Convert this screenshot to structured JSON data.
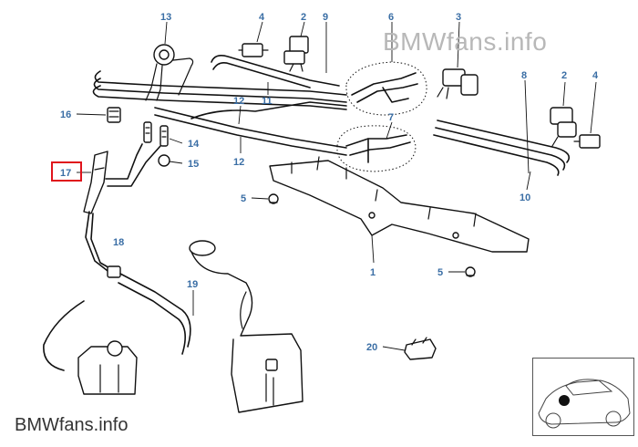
{
  "watermark_top": "BMWfans.info",
  "watermark_bottom": "BMWfans.info",
  "highlighted_part": "17",
  "callouts": [
    {
      "id": "c13",
      "label": "13"
    },
    {
      "id": "c4a",
      "label": "4"
    },
    {
      "id": "c2a",
      "label": "2"
    },
    {
      "id": "c9",
      "label": "9"
    },
    {
      "id": "c6",
      "label": "6"
    },
    {
      "id": "c3",
      "label": "3"
    },
    {
      "id": "c8",
      "label": "8"
    },
    {
      "id": "c2b",
      "label": "2"
    },
    {
      "id": "c4b",
      "label": "4"
    },
    {
      "id": "c16",
      "label": "16"
    },
    {
      "id": "c12a",
      "label": "12"
    },
    {
      "id": "c11",
      "label": "11"
    },
    {
      "id": "c7",
      "label": "7"
    },
    {
      "id": "c14",
      "label": "14"
    },
    {
      "id": "c15",
      "label": "15"
    },
    {
      "id": "c17",
      "label": "17"
    },
    {
      "id": "c12b",
      "label": "12"
    },
    {
      "id": "c10",
      "label": "10"
    },
    {
      "id": "c5a",
      "label": "5"
    },
    {
      "id": "c18",
      "label": "18"
    },
    {
      "id": "c1",
      "label": "1"
    },
    {
      "id": "c5b",
      "label": "5"
    },
    {
      "id": "c19",
      "label": "19"
    },
    {
      "id": "c20",
      "label": "20"
    }
  ],
  "colors": {
    "callout": "#3a6ea5",
    "highlight": "#e0141c",
    "watermark": "#b8b8b8"
  }
}
